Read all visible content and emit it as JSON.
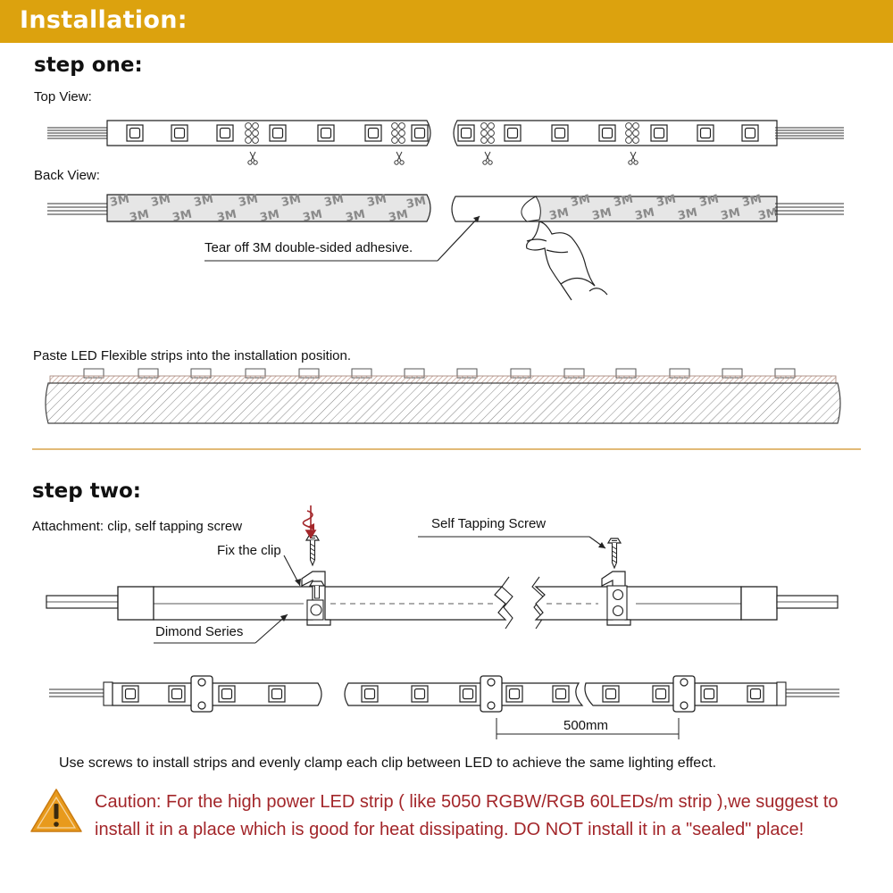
{
  "header": {
    "title": "Installation:"
  },
  "step_one": {
    "title": "step one:",
    "top_view_label": "Top View:",
    "back_view_label": "Back View:",
    "tear_off_label": "Tear off 3M double-sided adhesive.",
    "adhesive_mark": "3M",
    "paste_label": "Paste LED Flexible strips into the installation position."
  },
  "step_two": {
    "title": "step two:",
    "attachment_label": "Attachment: clip, self tapping screw",
    "fix_clip_label": "Fix the clip",
    "self_tapping_label": "Self Tapping Screw",
    "series_label": "Dimond Series",
    "dimension_label": "500mm",
    "instruction": "Use screws to install strips and evenly clamp each clip between LED to achieve the same lighting effect."
  },
  "caution": {
    "line1": "Caution: For the high power LED strip ( like 5050 RGBW/RGB 60LEDs/m strip ),we suggest to",
    "line2": "install it in a place which is good for heat dissipating. DO NOT install it in a \"sealed\" place!"
  },
  "colors": {
    "header": "#dca20e",
    "divider": "#d9a44a",
    "caution_text": "#a3262a",
    "warning_icon": "#e89a1c",
    "surface_hatch": "#c7a69a"
  }
}
